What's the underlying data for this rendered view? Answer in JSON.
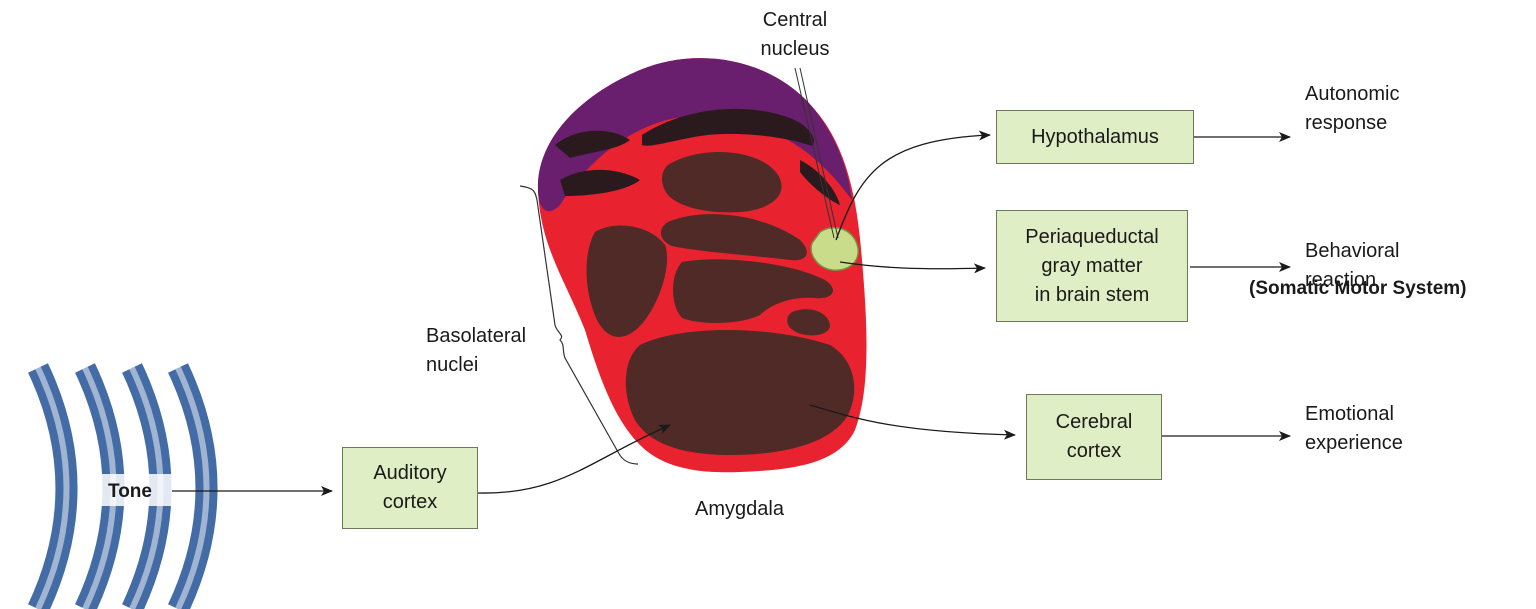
{
  "labels": {
    "central_nucleus": "Central\nnucleus",
    "basolateral_nuclei": "Basolateral\nnuclei",
    "amygdala": "Amygdala",
    "tone": "Tone",
    "autonomic_response": "Autonomic\nresponse",
    "behavioral_reaction": "Behavioral\nreaction",
    "somatic_motor_system": "(Somatic Motor System)",
    "emotional_experience": "Emotional\nexperience"
  },
  "boxes": {
    "hypothalamus": "Hypothalamus",
    "periaqueductal": "Periaqueductal\ngray matter\nin brain stem",
    "cerebral_cortex": "Cerebral\ncortex",
    "auditory_cortex": "Auditory\ncortex"
  },
  "colors": {
    "amygdala_red": "#e8222f",
    "purple_layer": "#6a1e6e",
    "dark_nuclei": "#4f2a26",
    "central_nucleus": "#c9dc8a",
    "box_fill": "#dfeec4",
    "wave_blue": "#2f5b9b"
  }
}
